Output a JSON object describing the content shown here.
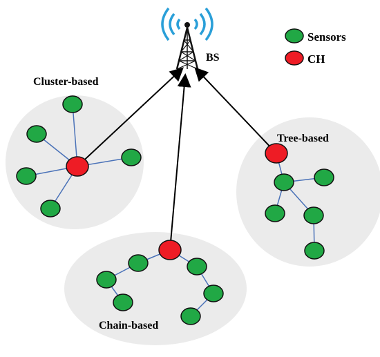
{
  "labels": {
    "bs": "BS",
    "cluster": "Cluster-based",
    "tree": "Tree-based",
    "chain": "Chain-based"
  },
  "legend": {
    "sensors": "Sensors",
    "ch": "CH"
  },
  "colors": {
    "sensor_fill": "#21a845",
    "ch_fill": "#ee1c25",
    "node_stroke": "#111111",
    "link": "#4a72b8",
    "region": "#ebebeb",
    "signal": "#2a9fd8",
    "arrow": "#000000"
  },
  "icons": {
    "base_station": "radio-tower-icon"
  }
}
